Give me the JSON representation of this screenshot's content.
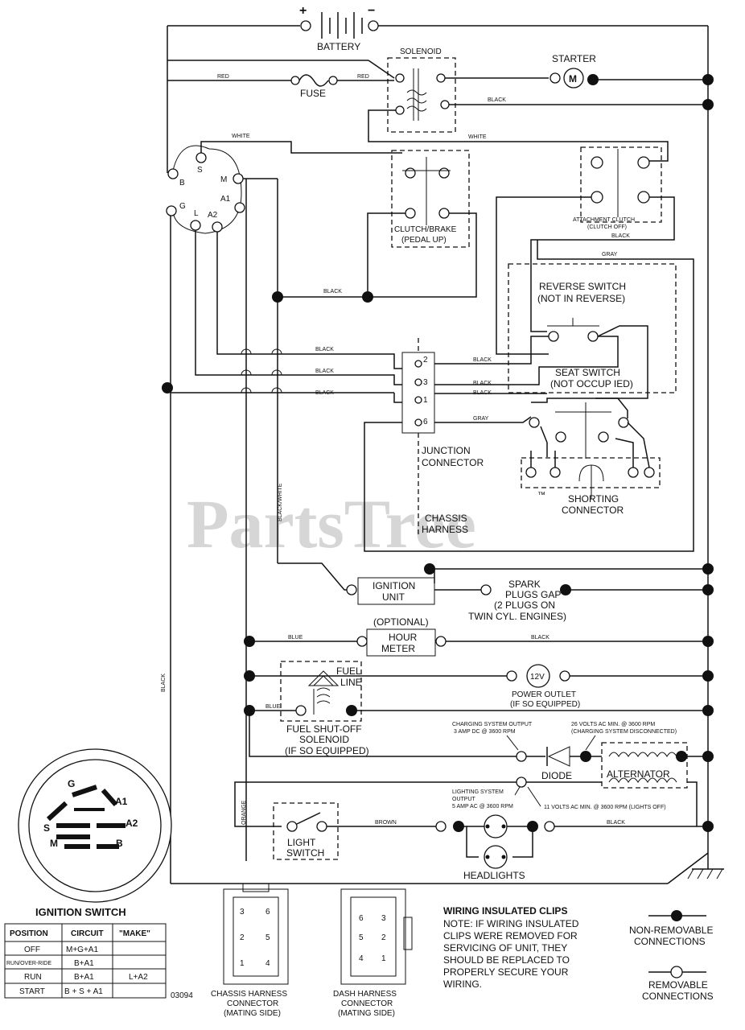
{
  "watermark": {
    "text": "PartsTree",
    "tm": "™"
  },
  "components": {
    "battery": "BATTERY",
    "battery_plus": "+",
    "battery_minus": "−",
    "solenoid": "SOLENOID",
    "starter": "STARTER",
    "starter_symbol": "M",
    "fuse": "FUSE",
    "clutch_brake": [
      "CLUTCH/BRAKE",
      "(PEDAL UP)"
    ],
    "attachment_clutch": [
      "ATTACHMENT CLUTCH",
      "(CLUTCH OFF)"
    ],
    "reverse_switch": [
      "REVERSE SWITCH",
      "(NOT IN REVERSE)"
    ],
    "seat_switch": [
      "SEAT SWITCH",
      "(NOT OCCUP IED)"
    ],
    "junction_connector": [
      "JUNCTION",
      "CONNECTOR"
    ],
    "shorting_connector": [
      "SHORTING",
      "CONNECTOR"
    ],
    "chassis_harness": [
      "CHASSIS",
      "HARNESS"
    ],
    "ignition_unit": [
      "IGNITION",
      "UNIT"
    ],
    "spark_plugs": [
      "SPARK",
      "PLUGS GAP",
      "(2 PLUGS ON",
      "TWIN CYL. ENGINES)"
    ],
    "hour_meter": {
      "optional": "(OPTIONAL)",
      "label": [
        "HOUR",
        "METER"
      ]
    },
    "fuel_line": [
      "FUEL",
      "LINE"
    ],
    "power_outlet": {
      "symbol": "12V",
      "label": [
        "POWER OUTLET",
        "(IF SO EQUIPPED)"
      ]
    },
    "fuel_solenoid": [
      "FUEL SHUT-OFF",
      "SOLENOID",
      "(IF SO EQUIPPED)"
    ],
    "charging_output": [
      "CHARGING SYSTEM OUTPUT",
      "3 AMP DC @ 3600 RPM"
    ],
    "ac_volts": [
      "26 VOLTS AC MIN. @ 3600 RPM",
      "(CHARGING SYSTEM DISCONNECTED)"
    ],
    "diode": "DIODE",
    "alternator": "ALTERNATOR",
    "lighting_output": [
      "LIGHTING SYSTEM",
      "OUTPUT",
      "5 AMP AC @ 3600 RPM"
    ],
    "lights_volts": "11 VOLTS AC MIN. @ 3600 RPM (LIGHTS OFF)",
    "light_switch": [
      "LIGHT",
      "SWITCH"
    ],
    "headlights": "HEADLIGHTS",
    "ignition_terminals": {
      "B": "B",
      "S": "S",
      "M": "M",
      "G": "G",
      "L": "L",
      "A1": "A1",
      "A2": "A2"
    },
    "junction_pins": [
      "2",
      "3",
      "1",
      "6"
    ]
  },
  "wires": {
    "red": "RED",
    "black": "BLACK",
    "white": "WHITE",
    "gray": "GRAY",
    "blue": "BLUE",
    "orange": "ORANGE",
    "brown": "BROWN",
    "black_white": "BLACK/WHITE"
  },
  "ignition_switch": {
    "title": "IGNITION SWITCH",
    "face_labels": {
      "G": "G",
      "A1": "A1",
      "S": "S",
      "A2": "A2",
      "M": "M",
      "B": "B"
    },
    "table": {
      "headers": [
        "POSITION",
        "CIRCUIT",
        "\"MAKE\""
      ],
      "rows": [
        [
          "OFF",
          "M+G+A1",
          ""
        ],
        [
          "RUN/OVER-RIDE",
          "B+A1",
          ""
        ],
        [
          "RUN",
          "B+A1",
          "L+A2"
        ],
        [
          "START",
          "B + S + A1",
          ""
        ]
      ]
    }
  },
  "part_number": "03094",
  "chassis_connector": {
    "pins": [
      "3",
      "6",
      "2",
      "5",
      "1",
      "4"
    ],
    "label": [
      "CHASSIS HARNESS",
      "CONNECTOR",
      "(MATING SIDE)"
    ]
  },
  "dash_connector": {
    "pins": [
      "6",
      "3",
      "5",
      "2",
      "4",
      "1"
    ],
    "label": [
      "DASH HARNESS",
      "CONNECTOR",
      "(MATING SIDE)"
    ]
  },
  "notes": {
    "title": "WIRING INSULATED CLIPS",
    "body": [
      "NOTE: IF WIRING INSULATED",
      "CLIPS WERE REMOVED FOR",
      "SERVICING OF UNIT, THEY",
      "SHOULD BE REPLACED TO",
      "PROPERLY SECURE YOUR",
      "WIRING."
    ]
  },
  "legend": {
    "non_removable": [
      "NON-REMOVABLE",
      "CONNECTIONS"
    ],
    "removable": [
      "REMOVABLE",
      "CONNECTIONS"
    ]
  }
}
